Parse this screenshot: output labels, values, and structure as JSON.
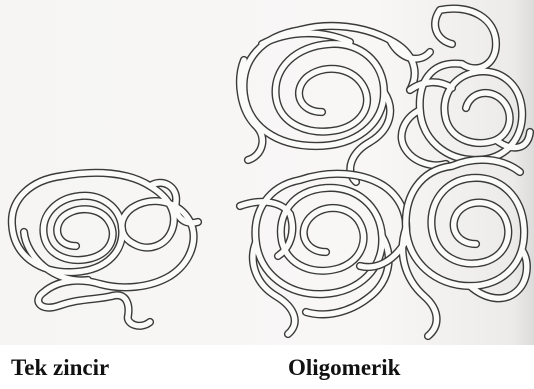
{
  "labels": {
    "single_chain": "Tek zincir",
    "oligomeric": "Oligomerik"
  },
  "colors": {
    "background": "#ffffff",
    "tube_outline": "#3a3a3a",
    "tube_fill": "#fbfbfa",
    "text": "#111111"
  },
  "figure": {
    "panels": [
      {
        "name": "single-chain",
        "coil_count": 1
      },
      {
        "name": "oligomeric",
        "coil_count": 4
      }
    ]
  }
}
